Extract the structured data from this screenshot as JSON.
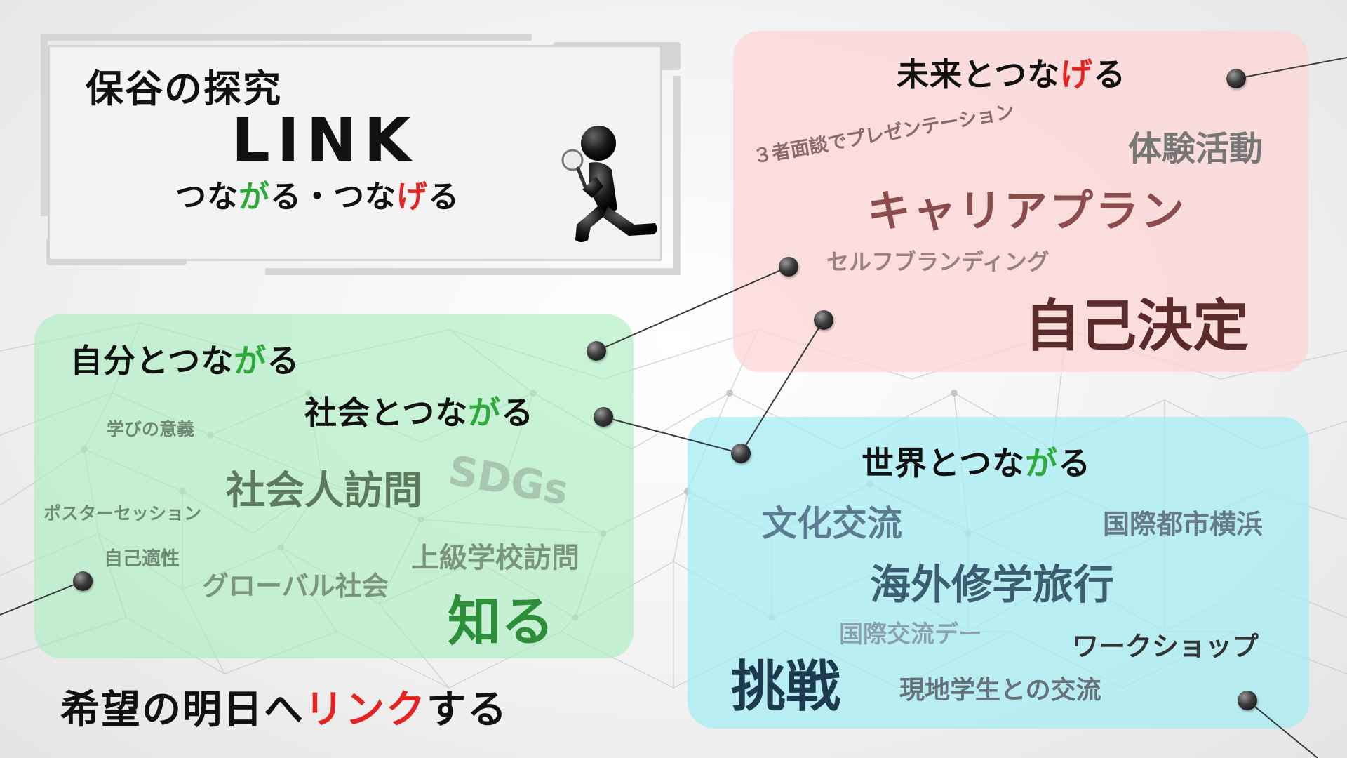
{
  "title": {
    "line1": "保谷の探究",
    "line2": "LINK",
    "line3": {
      "a": "つな",
      "b": "が",
      "c": "る・つな",
      "d": "げ",
      "e": "る"
    }
  },
  "mirai": {
    "heading": {
      "a": "未来とつな",
      "b": "げ",
      "c": "る"
    },
    "keywords": [
      "３者面談でプレゼンテーション",
      "体験活動",
      "キャリアプラン",
      "セルフブランディング",
      "自己決定"
    ]
  },
  "jibun": {
    "heading": {
      "a": "自分とつな",
      "b": "が",
      "c": "る"
    }
  },
  "shakai": {
    "heading": {
      "a": "社会とつな",
      "b": "が",
      "c": "る"
    },
    "keywords": [
      "学びの意義",
      "社会人訪問",
      "SDGs",
      "ポスターセッション",
      "自己適性",
      "上級学校訪問",
      "グローバル社会",
      "知る"
    ]
  },
  "sekai": {
    "heading": {
      "a": "世界とつな",
      "b": "が",
      "c": "る"
    },
    "keywords": [
      "文化交流",
      "国際都市横浜",
      "海外修学旅行",
      "国際交流デー",
      "ワークショップ",
      "挑戦",
      "現地学生との交流"
    ]
  },
  "tagline": {
    "a": "希望の明日へ",
    "b": "リンク",
    "c": "する"
  },
  "icons": [
    "person-with-magnifier-icon",
    "network-node-icon"
  ],
  "colors": {
    "accent_green": "#2eaa3a",
    "accent_red": "#e42323",
    "panel_pink": "#fcd6d6",
    "panel_green": "#aaeebe",
    "panel_blue": "#a6ecf2"
  }
}
